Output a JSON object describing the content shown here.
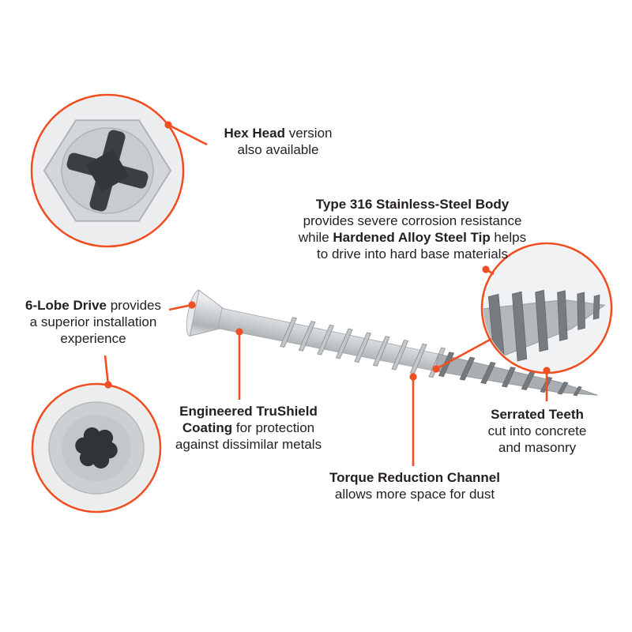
{
  "accent_color": "#F04E23",
  "diagram_subject": "stainless-steel concrete screw with feature callouts",
  "callouts": {
    "hex_head": {
      "line1_bold": "Hex Head",
      "line1_rest": " version",
      "line2": "also available"
    },
    "body_tip": {
      "line1_bold": "Type 316 Stainless-Steel Body",
      "line2": "provides severe corrosion resistance",
      "line3_pre": "while ",
      "line3_bold": "Hardened Alloy Steel Tip",
      "line3_post": " helps",
      "line4": "to drive into hard base materials"
    },
    "six_lobe": {
      "line1_bold": "6-Lobe Drive",
      "line1_rest": " provides",
      "line2": "a superior installation",
      "line3": "experience"
    },
    "trushield": {
      "line1_bold": "Engineered TruShield",
      "line2_bold": "Coating",
      "line2_rest": " for protection",
      "line3": "against dissimilar metals"
    },
    "torque": {
      "line1_bold": "Torque Reduction Channel",
      "line2": "allows more space for dust"
    },
    "serrated": {
      "line1_bold": "Serrated Teeth",
      "line2": "cut into concrete",
      "line3": "and masonry"
    }
  },
  "insets": {
    "hex_head_inset": "hex head with combo drive recess (magnified)",
    "six_lobe_inset": "6-lobe torx drive recess (magnified)",
    "tip_inset": "serrated threaded tip (magnified)"
  }
}
